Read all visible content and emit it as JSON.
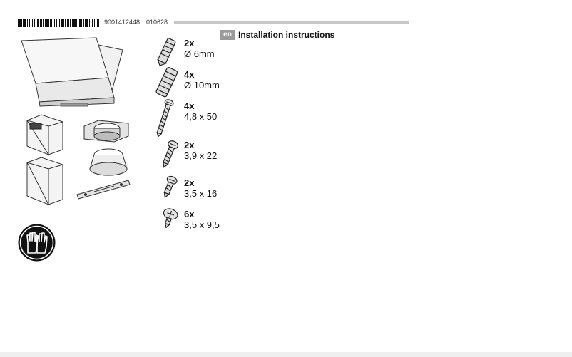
{
  "header": {
    "doc_number": "9001412448",
    "doc_date_code": "010628",
    "lang_badge": "en",
    "title": "Installation instructions"
  },
  "parts": [
    {
      "qty": "2x",
      "dim": "Ø 6mm",
      "icon": "wall-plug-icon"
    },
    {
      "qty": "4x",
      "dim": "Ø 10mm",
      "icon": "wall-plug-icon"
    },
    {
      "qty": "4x",
      "dim": "4,8 x 50",
      "icon": "long-screw-icon"
    },
    {
      "qty": "2x",
      "dim": "3,9 x 22",
      "icon": "screw-icon"
    },
    {
      "qty": "2x",
      "dim": "3,5 x 16",
      "icon": "short-screw-icon"
    },
    {
      "qty": "6x",
      "dim": "3,5 x 9,5",
      "icon": "washer-screw-icon"
    }
  ]
}
